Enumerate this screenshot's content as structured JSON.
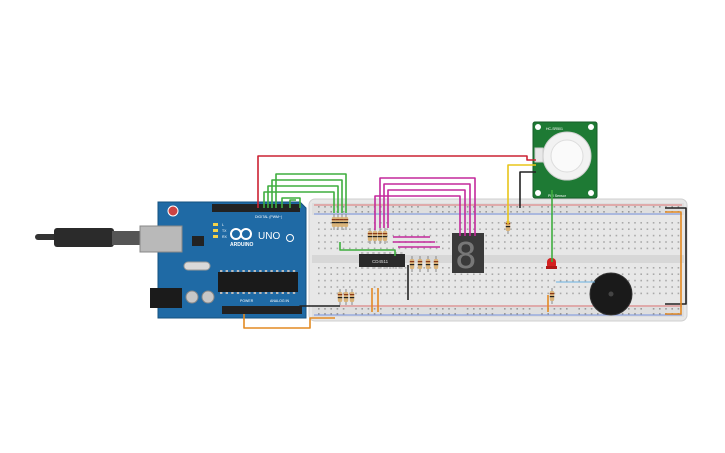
{
  "arduino": {
    "brand": "ARDUINO",
    "model": "UNO",
    "digital_label": "DIGITAL (PWM~)",
    "power_label": "POWER",
    "analog_label": "ANALOG IN",
    "led_labels": [
      "L",
      "TX",
      "RX"
    ],
    "on_label": "ON"
  },
  "ic": {
    "label": "CD4511"
  },
  "seven_segment": {
    "digit": "8"
  },
  "pir": {
    "top_label": "HC-SR501",
    "side_label": "PIR Sensor"
  },
  "colors": {
    "board": "#1f6aa5",
    "breadboard": "#e6e6e6",
    "wire_red": "#cc2233",
    "wire_green": "#3fae3f",
    "wire_magenta": "#c3299c",
    "wire_yellow": "#e8c51a",
    "wire_orange": "#e38a22",
    "wire_black": "#222222",
    "pir_board": "#1e7a34",
    "led_red": "#d42020"
  }
}
